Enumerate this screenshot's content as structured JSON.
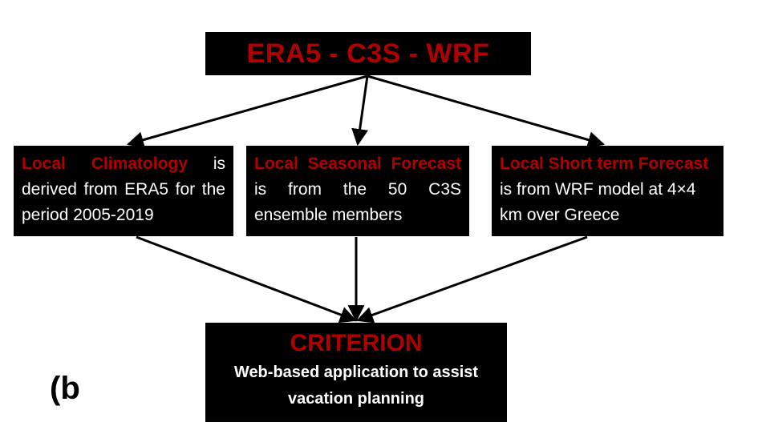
{
  "top_box": {
    "title": "ERA5 - C3S - WRF"
  },
  "boxes": [
    {
      "heading": "Local Climatology",
      "text": "is derived from ERA5 for the period 2005-2019"
    },
    {
      "heading": "Local Seasonal Forecast",
      "text": "is from the 50 C3S ensemble members"
    },
    {
      "heading": "Local Short term Forecast",
      "text": "is from WRF model at 4×4 km over Greece"
    }
  ],
  "bottom_box": {
    "title": "CRITERION",
    "description": "Web-based application to assist vacation planning"
  },
  "panel_label": "(b",
  "colors": {
    "box_background": "#000000",
    "heading_red": "#b00000",
    "text_white": "#ffffff",
    "arrow": "#000000"
  }
}
